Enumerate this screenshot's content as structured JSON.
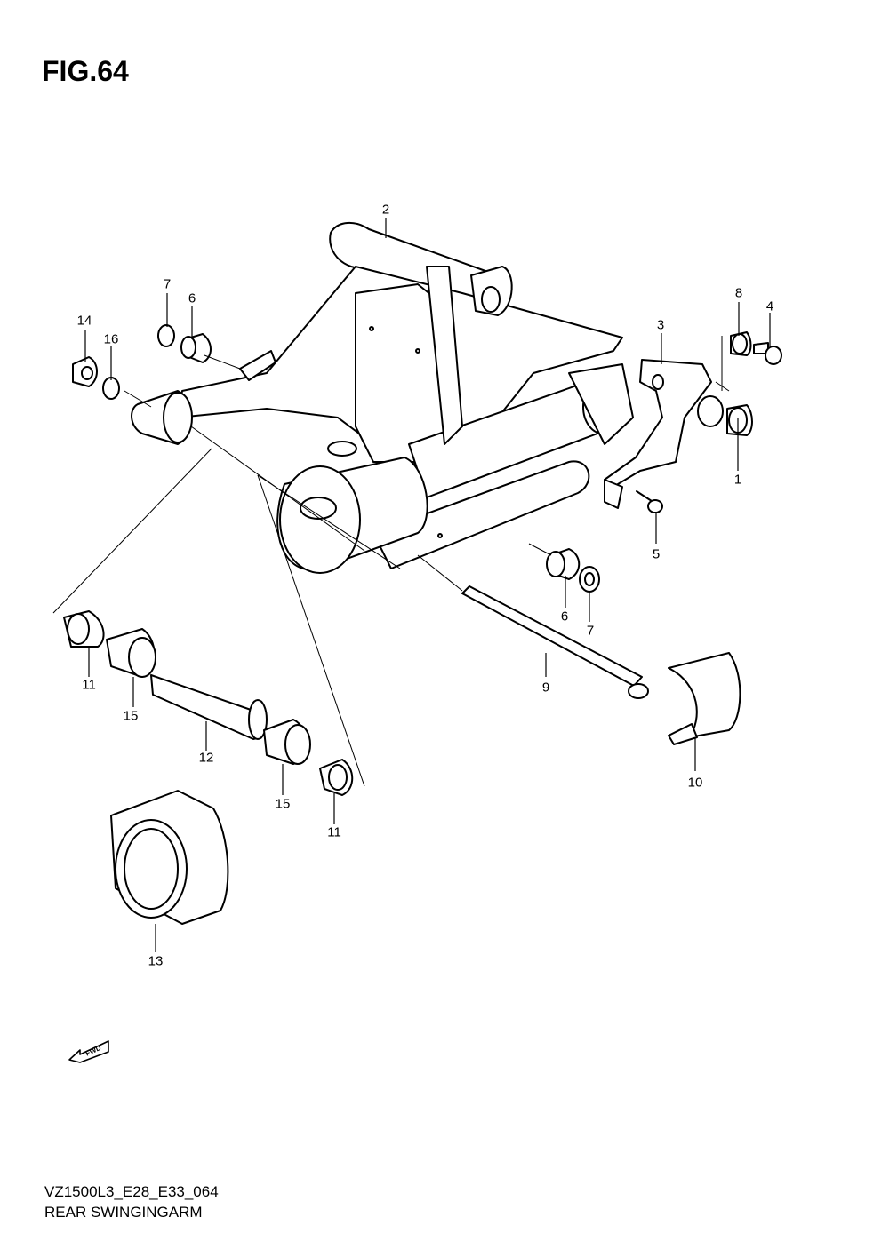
{
  "figure": {
    "title": "FIG.64"
  },
  "callouts": [
    {
      "id": "c1",
      "text": "1"
    },
    {
      "id": "c2",
      "text": "2"
    },
    {
      "id": "c3",
      "text": "3"
    },
    {
      "id": "c4",
      "text": "4"
    },
    {
      "id": "c5",
      "text": "5"
    },
    {
      "id": "c6a",
      "text": "6"
    },
    {
      "id": "c6b",
      "text": "6"
    },
    {
      "id": "c7a",
      "text": "7"
    },
    {
      "id": "c7b",
      "text": "7"
    },
    {
      "id": "c8",
      "text": "8"
    },
    {
      "id": "c9",
      "text": "9"
    },
    {
      "id": "c10",
      "text": "10"
    },
    {
      "id": "c11a",
      "text": "11"
    },
    {
      "id": "c11b",
      "text": "11"
    },
    {
      "id": "c12",
      "text": "12"
    },
    {
      "id": "c13",
      "text": "13"
    },
    {
      "id": "c14",
      "text": "14"
    },
    {
      "id": "c15a",
      "text": "15"
    },
    {
      "id": "c15b",
      "text": "15"
    },
    {
      "id": "c16",
      "text": "16"
    }
  ],
  "direction_marker": {
    "text": "FWD",
    "icon": "fwd-arrow-icon"
  },
  "footer": {
    "code": "VZ1500L3_E28_E33_064",
    "name": "REAR SWINGINGARM"
  }
}
